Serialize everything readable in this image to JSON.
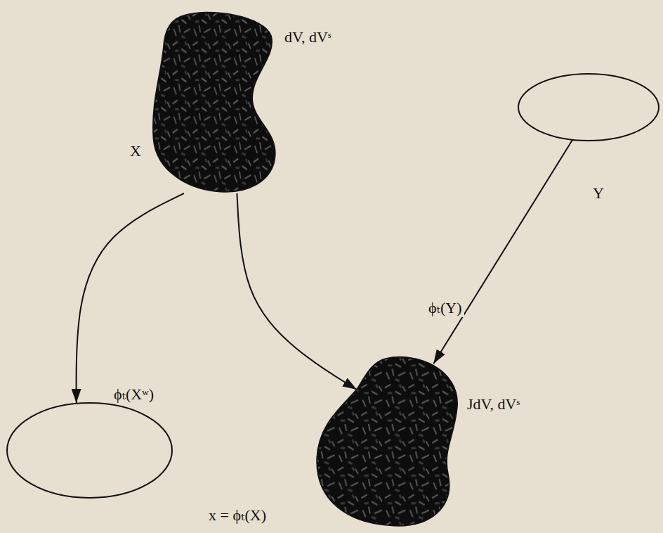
{
  "diagram": {
    "nodes": [
      {
        "text": [
          "X",
          "dV, dVˢ"
        ]
      },
      {
        "text": [
          "Y"
        ]
      },
      {
        "text": [
          "ϕₜ(Xʷ)"
        ]
      },
      {
        "text": [
          "JdV, dVˢ",
          "x = ϕₜ(X)"
        ]
      }
    ],
    "edges": [
      {
        "from": 0,
        "to": 2,
        "arrow": "to"
      },
      {
        "from": 0,
        "to": 3,
        "arrow": "to"
      },
      {
        "from": 1,
        "to": 3,
        "label": "ϕₜ(Y)",
        "arrow": "to"
      }
    ]
  }
}
